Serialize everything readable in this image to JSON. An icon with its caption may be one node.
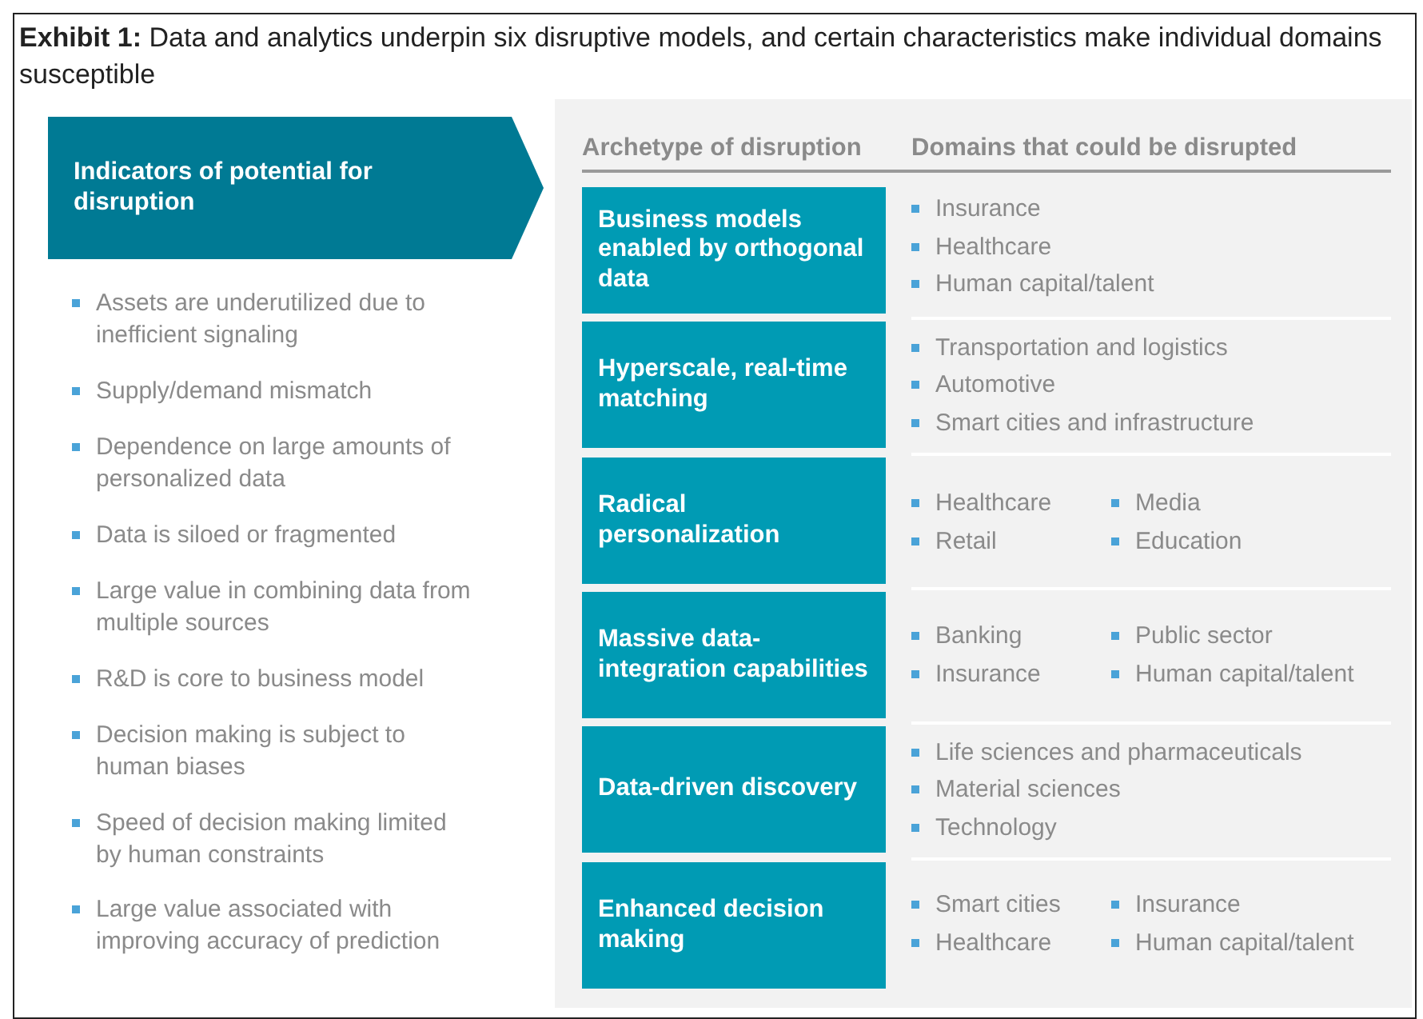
{
  "diagram": {
    "title": "**Exhibit 1:** Data and analytics underpin six disruptive models, and certain characteristics make individual domains susceptible",
    "nodes": [
      {
        "text": [
          "Indicators of potential for disruption"
        ]
      },
      {
        "text": [
          "Business models enabled by orthogonal data"
        ]
      },
      {
        "text": [
          "Hyperscale, real-time matching"
        ]
      },
      {
        "text": [
          "Radical personalization"
        ]
      },
      {
        "text": [
          "Massive data-integration capabilities"
        ]
      },
      {
        "text": [
          "Data-driven discovery"
        ]
      },
      {
        "text": [
          "Enhanced decision making"
        ]
      }
    ],
    "labels": [
      "Archetype of disruption",
      "Domains that could be disrupted",
      "Assets are underutilized due to inefficient signaling",
      "Supply/demand mismatch",
      "Dependence on large amounts of personalized data",
      "Data is siloed or fragmented",
      "Large value in combining data from multiple sources",
      "R&D is core to business model",
      "Decision making is subject to human biases",
      "Speed of decision making limited by human constraints",
      "Large value associated with improving accuracy of prediction",
      "Insurance",
      "Healthcare",
      "Human capital/talent",
      "Transportation and logistics",
      "Automotive",
      "Smart cities and infrastructure",
      "Healthcare",
      "Media",
      "Retail",
      "Education",
      "Banking",
      "Public sector",
      "Insurance",
      "Human capital/talent",
      "Life sciences and pharmaceuticals",
      "Material sciences",
      "Technology",
      "Smart cities",
      "Insurance",
      "Healthcare",
      "Human capital/talent"
    ]
  }
}
